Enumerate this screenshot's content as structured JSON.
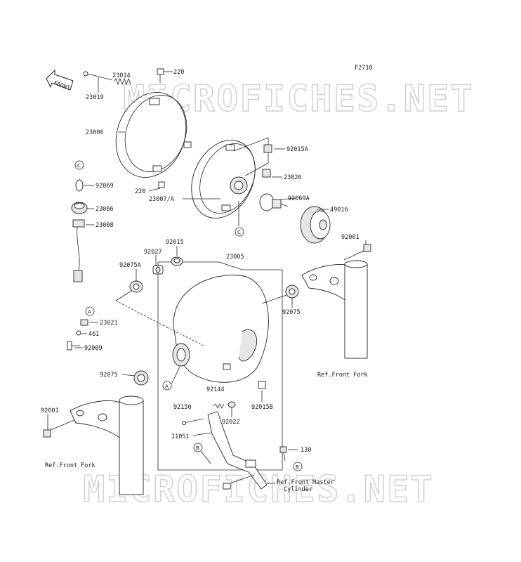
{
  "diagram": {
    "figure_code": "F2710",
    "front_label": "FRONT",
    "watermark_top": "MICROFICHES.NET",
    "watermark_bottom": "MICROFICHES.NET",
    "parts": [
      {
        "id": "p23014",
        "text": "23014"
      },
      {
        "id": "p23019",
        "text": "23019"
      },
      {
        "id": "p220a",
        "text": "220"
      },
      {
        "id": "p23006",
        "text": "23006"
      },
      {
        "id": "p92015A",
        "text": "92015A"
      },
      {
        "id": "p23020",
        "text": "23020"
      },
      {
        "id": "p92069",
        "text": "92069"
      },
      {
        "id": "p220b",
        "text": "220"
      },
      {
        "id": "p23007A",
        "text": "23007/A"
      },
      {
        "id": "p92069A",
        "text": "92069A"
      },
      {
        "id": "p49016",
        "text": "49016"
      },
      {
        "id": "p23066",
        "text": "23066"
      },
      {
        "id": "p23008",
        "text": "23008"
      },
      {
        "id": "p92015",
        "text": "92015"
      },
      {
        "id": "p92027",
        "text": "92027"
      },
      {
        "id": "p23005",
        "text": "23005"
      },
      {
        "id": "p92001a",
        "text": "92001"
      },
      {
        "id": "p92075A",
        "text": "92075A"
      },
      {
        "id": "p92075a",
        "text": "92075"
      },
      {
        "id": "p23021",
        "text": "23021"
      },
      {
        "id": "p461",
        "text": "461"
      },
      {
        "id": "p92009",
        "text": "92009"
      },
      {
        "id": "pRefFF1",
        "text": "Ref.Front Fork"
      },
      {
        "id": "p92075b",
        "text": "92075"
      },
      {
        "id": "p92144",
        "text": "92144"
      },
      {
        "id": "p92015B",
        "text": "92015B"
      },
      {
        "id": "p92150",
        "text": "92150"
      },
      {
        "id": "p92022",
        "text": "92022"
      },
      {
        "id": "p92001b",
        "text": "92001"
      },
      {
        "id": "p11051",
        "text": "11051"
      },
      {
        "id": "p130",
        "text": "130"
      },
      {
        "id": "pRefFF2",
        "text": "Ref.Front Fork"
      },
      {
        "id": "pRefMC1",
        "text": "Ref.Front Master"
      },
      {
        "id": "pRefMC2",
        "text": "Cylinder"
      }
    ],
    "callouts": [
      {
        "id": "cC1",
        "text": "C"
      },
      {
        "id": "cC2",
        "text": "C"
      },
      {
        "id": "cA1",
        "text": "A"
      },
      {
        "id": "cA2",
        "text": "A"
      },
      {
        "id": "cB1",
        "text": "B"
      },
      {
        "id": "cB2",
        "text": "B"
      }
    ]
  }
}
